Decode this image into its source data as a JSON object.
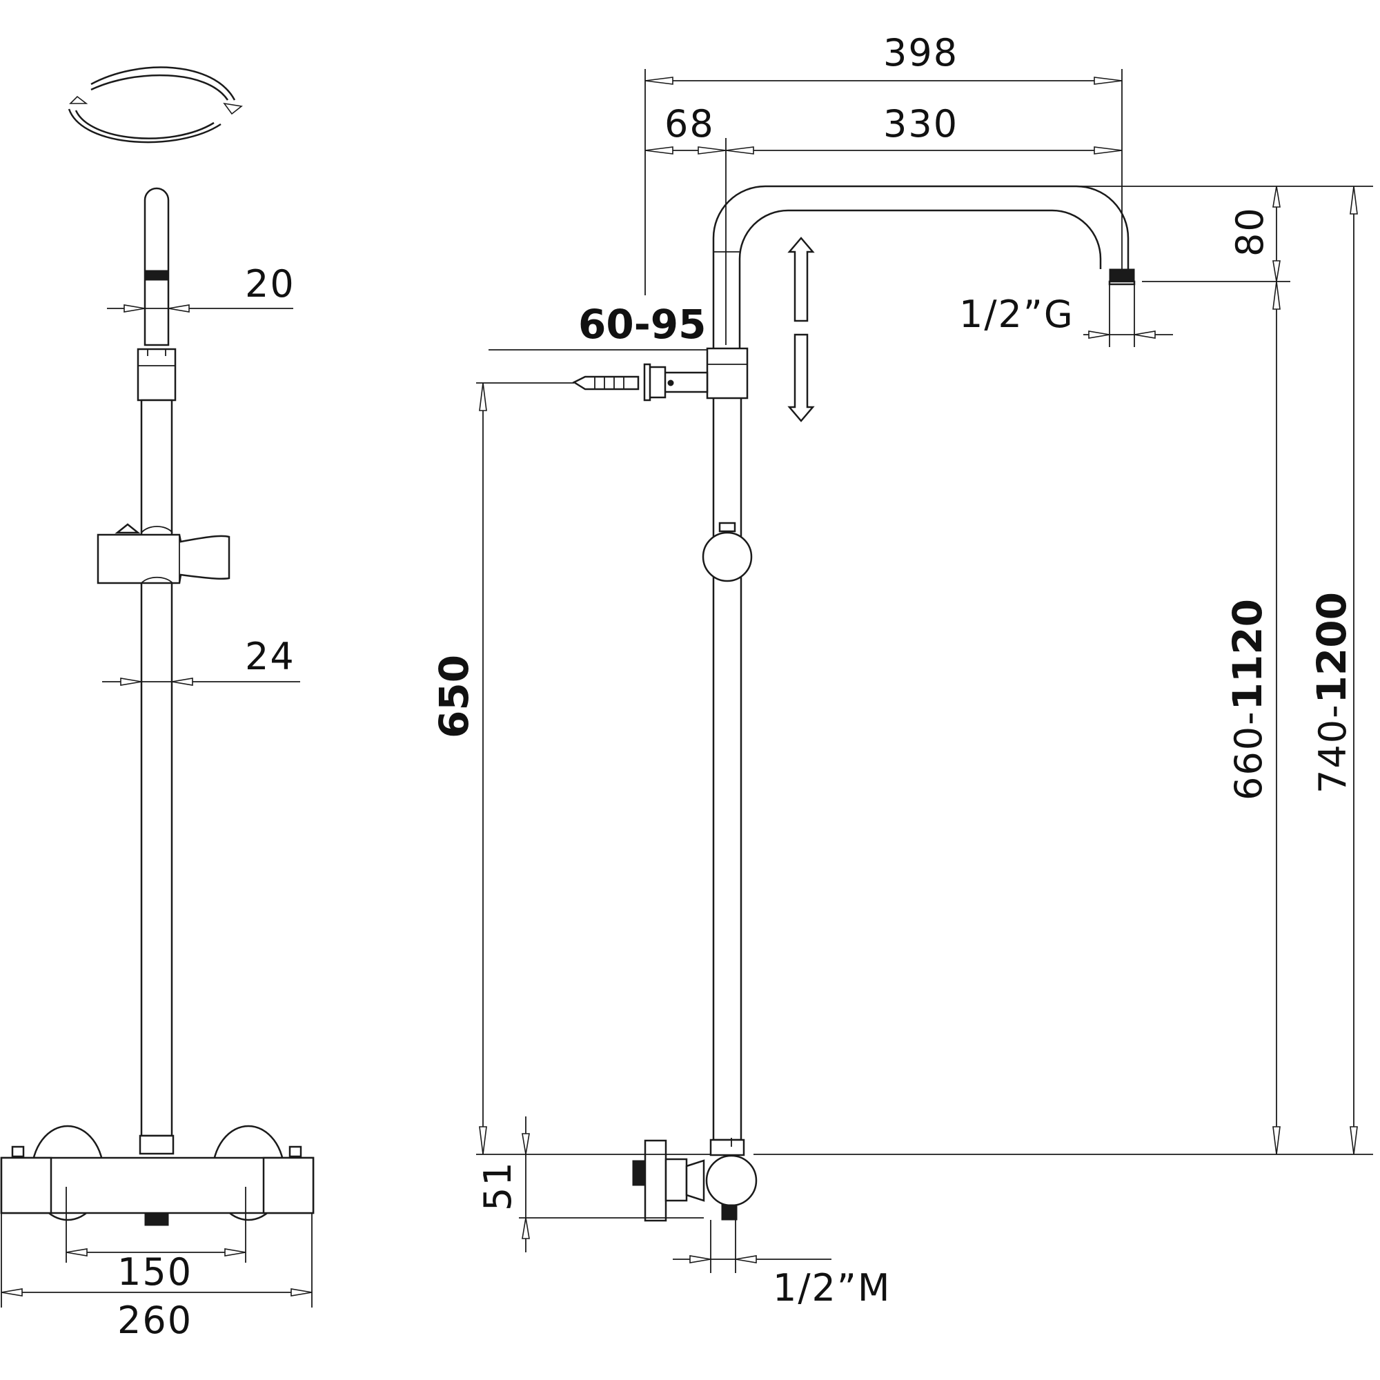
{
  "front_view": {
    "rotation_label": "",
    "diameter_top": "20",
    "diameter_bar": "24",
    "centre_distance": "150",
    "overall_width": "260"
  },
  "side_view": {
    "arm_total": "398",
    "arm_offset": "68",
    "arm_length": "330",
    "arm_drop": "80",
    "outlet_thread": "1/2”G",
    "wall_bracket_depth": "60-95",
    "bracket_height": "650",
    "mixer_height": "51",
    "inlet_thread": "1/2”M",
    "height_to_arm_prefix": "660-",
    "height_to_arm_bold": "1120",
    "height_total_prefix": "740-",
    "height_total_bold": "1200"
  }
}
